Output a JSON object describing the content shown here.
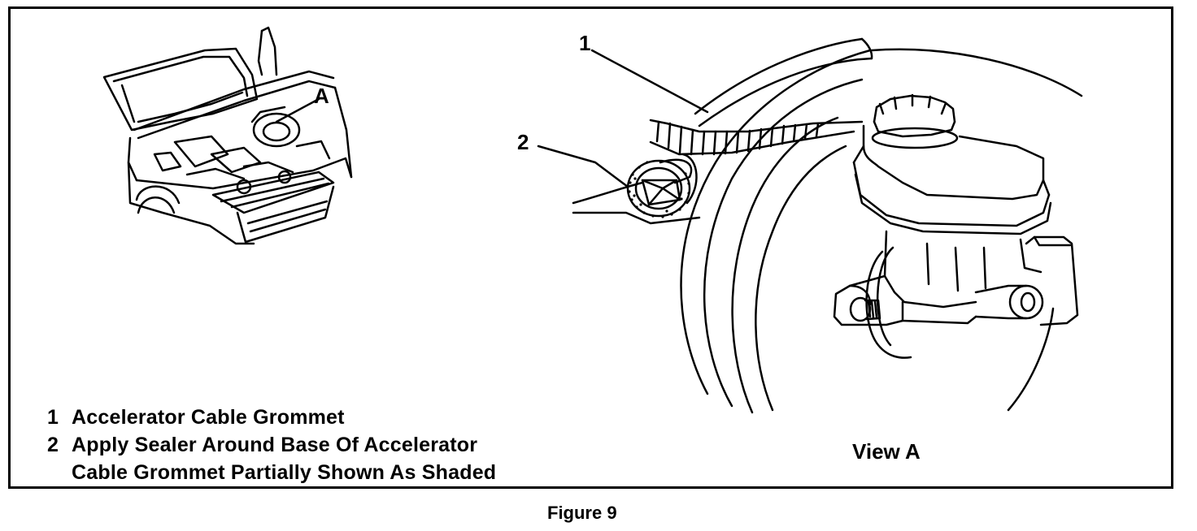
{
  "figure": {
    "caption": "Figure 9",
    "view_label": "View A",
    "inset_callout": "A",
    "callouts": [
      "1",
      "2"
    ],
    "legend": [
      {
        "number": "1",
        "lines": [
          "Accelerator Cable Grommet"
        ]
      },
      {
        "number": "2",
        "lines": [
          "Apply Sealer Around Base Of Accelerator",
          "Cable Grommet Partially Shown As Shaded"
        ]
      }
    ],
    "colors": {
      "ink": "#000000",
      "paper": "#ffffff"
    }
  }
}
